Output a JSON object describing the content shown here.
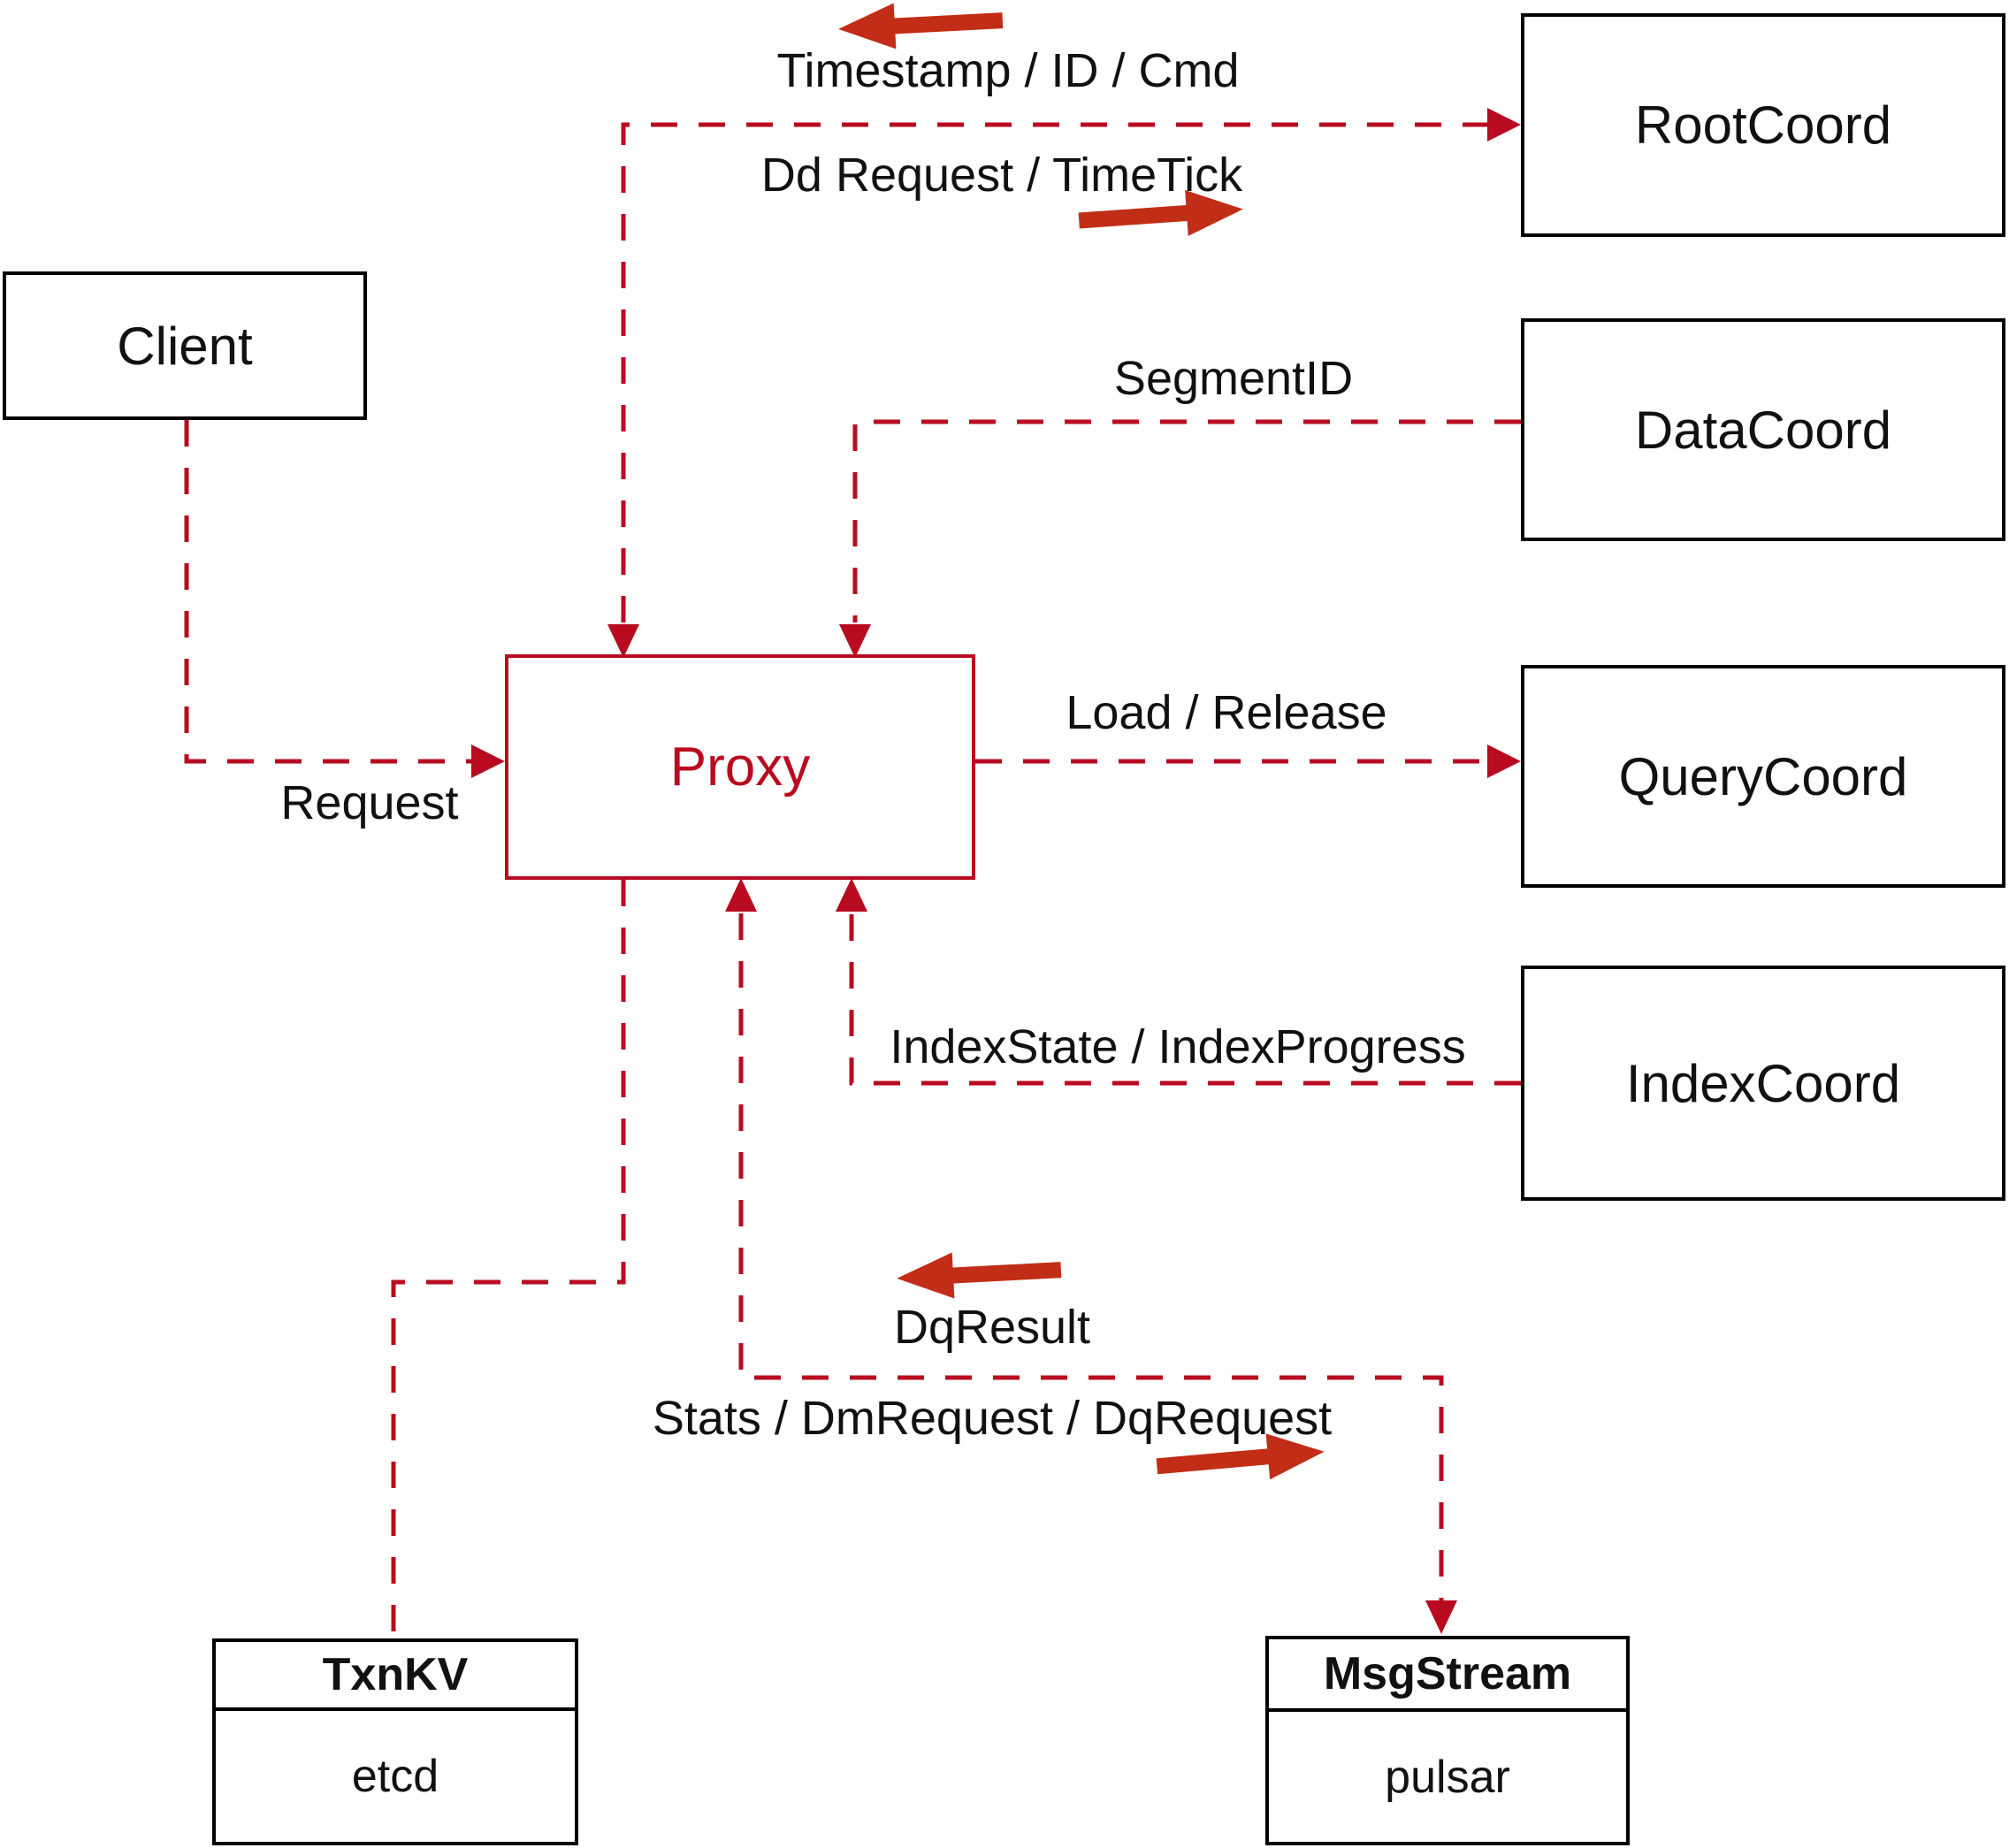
{
  "colors": {
    "line_red": "#b80b20",
    "arrow_red": "#c22d17",
    "box_black": "#000000",
    "text_black": "#111111",
    "background": "#ffffff"
  },
  "nodes": {
    "client": {
      "label": "Client"
    },
    "proxy": {
      "label": "Proxy"
    },
    "rootcoord": {
      "label": "RootCoord"
    },
    "datacoord": {
      "label": "DataCoord"
    },
    "querycoord": {
      "label": "QueryCoord"
    },
    "indexcoord": {
      "label": "IndexCoord"
    },
    "txnkv": {
      "title": "TxnKV",
      "impl": "etcd"
    },
    "msgstream": {
      "title": "MsgStream",
      "impl": "pulsar"
    }
  },
  "edge_labels": {
    "timestamp": "Timestamp / ID / Cmd",
    "dd_request": "Dd Request / TimeTick",
    "segment_id": "SegmentID",
    "load_release": "Load / Release",
    "index_state": "IndexState / IndexProgress",
    "request": "Request",
    "dq_result": "DqResult",
    "stats": "Stats / DmRequest / DqRequest"
  }
}
